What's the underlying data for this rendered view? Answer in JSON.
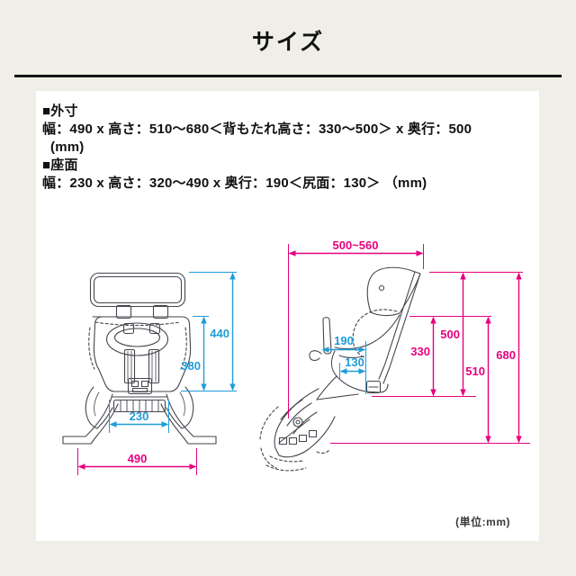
{
  "page": {
    "title": "サイズ",
    "unit_note": "(単位:mm)"
  },
  "specs": {
    "outer_heading": "■外寸",
    "outer_line": "幅：490 x 高さ：510〜680＜背もたれ高さ：330〜500＞ x 奥行：500",
    "outer_unit": "(mm)",
    "seat_heading": "■座面",
    "seat_line": "幅：230 x 高さ：320〜490 x 奥行：190＜尻面：130＞ （mm)"
  },
  "dims": {
    "front": {
      "height_total": "440",
      "backrest_height": "380",
      "seat_width": "230",
      "width_total": "490"
    },
    "side": {
      "depth_range": "500~560",
      "height_500": "500",
      "height_330": "330",
      "height_510": "510",
      "height_680": "680",
      "depth_190": "190",
      "depth_130": "130"
    }
  },
  "colors": {
    "accent_pink": "#e7007f",
    "accent_blue": "#1e9cd9",
    "line_art": "#45454e",
    "background": "#f0efe7",
    "panel": "#ffffff"
  }
}
